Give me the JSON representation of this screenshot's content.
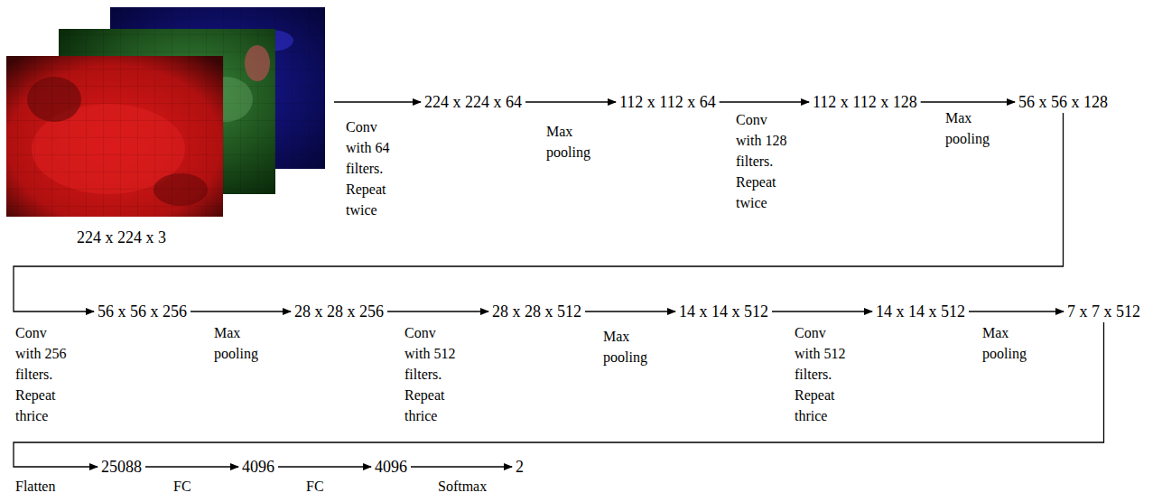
{
  "diagram": {
    "nodes": [
      {
        "text": [
          "224 x 224 x 3"
        ]
      },
      {
        "text": [
          "224 x 224 x 64"
        ]
      },
      {
        "text": [
          "112 x 112 x 64"
        ]
      },
      {
        "text": [
          "112 x 112 x 128"
        ]
      },
      {
        "text": [
          "56 x 56 x 128"
        ]
      },
      {
        "text": [
          "56 x 56 x 256"
        ]
      },
      {
        "text": [
          "28 x 28 x 256"
        ]
      },
      {
        "text": [
          "28 x 28 x 512"
        ]
      },
      {
        "text": [
          "14 x 14 x 512"
        ]
      },
      {
        "text": [
          "14 x 14 x 512"
        ]
      },
      {
        "text": [
          "7 x 7 x 512"
        ]
      },
      {
        "text": [
          "25088"
        ]
      },
      {
        "text": [
          "4096"
        ]
      },
      {
        "text": [
          "4096"
        ]
      },
      {
        "text": [
          "2"
        ]
      }
    ],
    "edges": [
      {
        "from": 0,
        "to": 1,
        "arrow": "to",
        "label": "Conv with 64 filters. Repeat twice"
      },
      {
        "from": 1,
        "to": 2,
        "arrow": "to",
        "label": "Max pooling"
      },
      {
        "from": 2,
        "to": 3,
        "arrow": "to",
        "label": "Conv with 128 filters. Repeat twice"
      },
      {
        "from": 3,
        "to": 4,
        "arrow": "to",
        "label": "Max pooling"
      },
      {
        "from": 4,
        "to": 5,
        "arrow": "to",
        "label": "Conv with 256 filters. Repeat thrice"
      },
      {
        "from": 5,
        "to": 6,
        "arrow": "to",
        "label": "Max pooling"
      },
      {
        "from": 6,
        "to": 7,
        "arrow": "to",
        "label": "Conv with 512 filters. Repeat thrice"
      },
      {
        "from": 7,
        "to": 8,
        "arrow": "to",
        "label": "Max pooling"
      },
      {
        "from": 8,
        "to": 9,
        "arrow": "to",
        "label": "Conv with 512 filters. Repeat thrice"
      },
      {
        "from": 9,
        "to": 10,
        "arrow": "to",
        "label": "Max pooling"
      },
      {
        "from": 10,
        "to": 11,
        "arrow": "to",
        "label": "Flatten"
      },
      {
        "from": 11,
        "to": 12,
        "arrow": "to",
        "label": "FC"
      },
      {
        "from": 12,
        "to": 13,
        "arrow": "to",
        "label": "FC"
      },
      {
        "from": 13,
        "to": 14,
        "arrow": "to",
        "label": "Softmax"
      }
    ]
  }
}
